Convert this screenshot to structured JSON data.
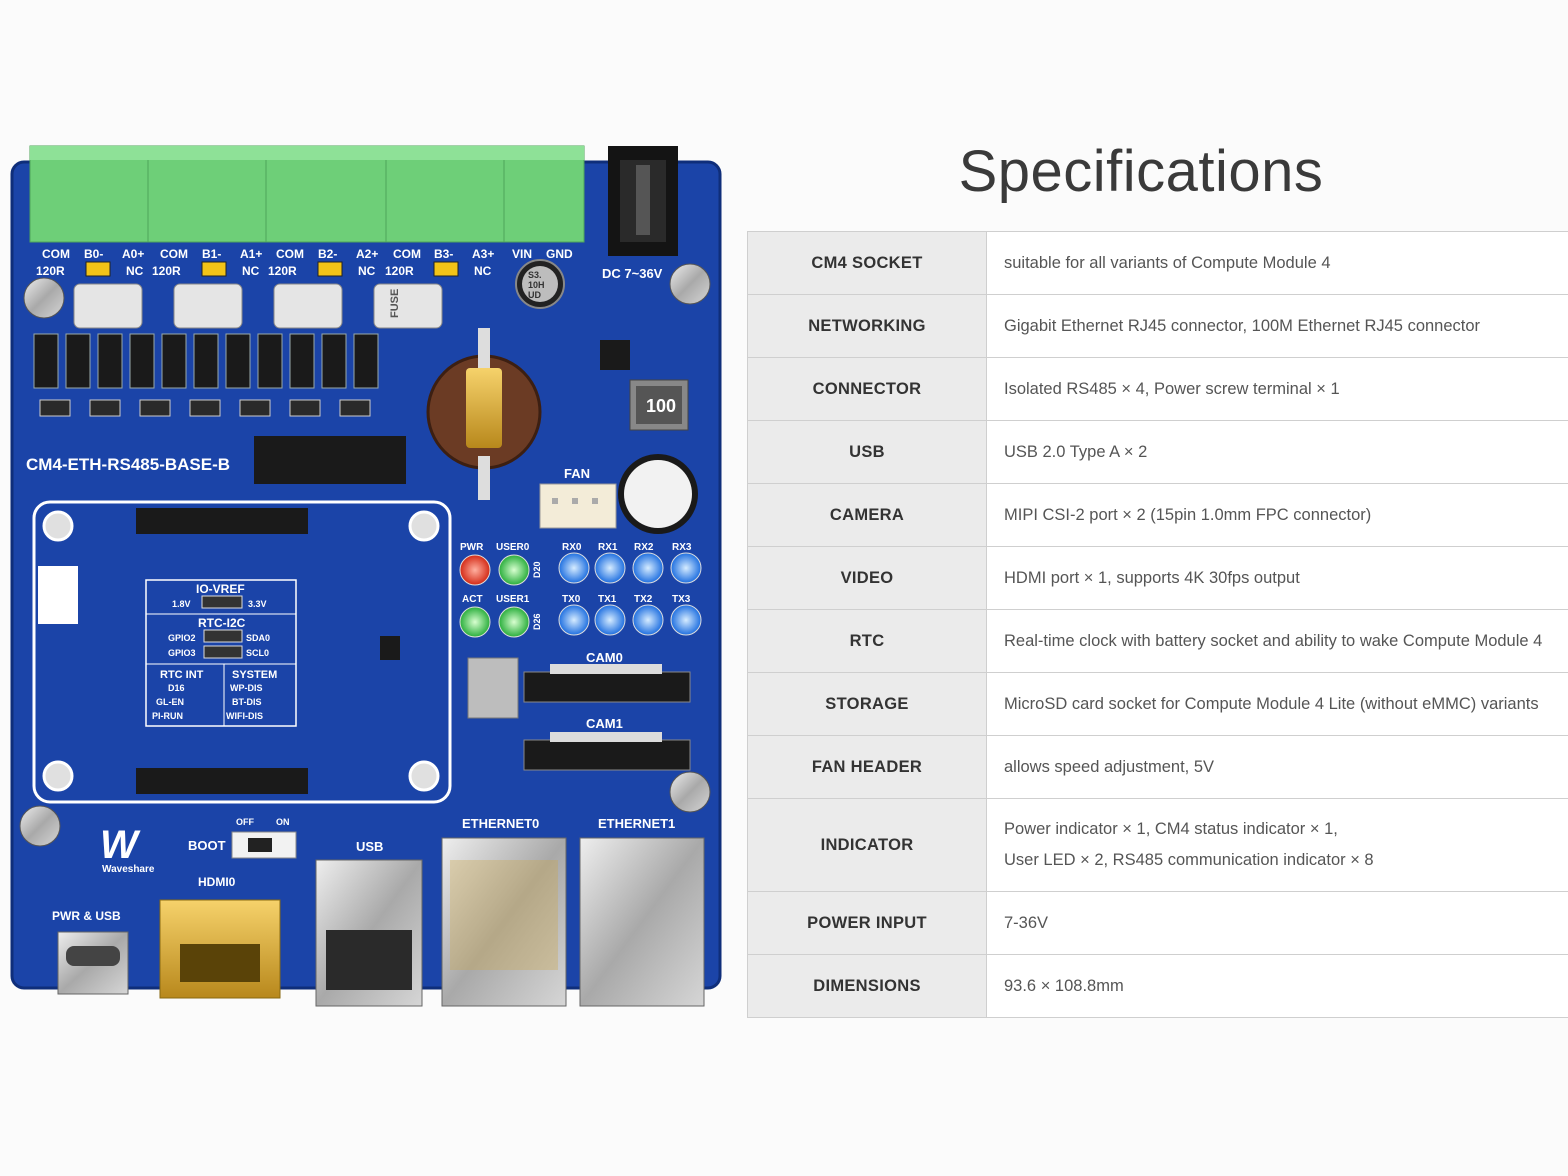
{
  "board": {
    "terminal_labels": [
      "COM",
      "B0-",
      "A0+",
      "COM",
      "B1-",
      "A1+",
      "COM",
      "B2-",
      "A2+",
      "COM",
      "B3-",
      "A3+",
      "VIN",
      "GND"
    ],
    "res_120r": "120R",
    "nc": "NC",
    "dc_label": "DC 7~36V",
    "model": "CM4-ETH-RS485-BASE-B",
    "fan": "FAN",
    "io_vref": "IO-VREF",
    "v18": "1.8V",
    "v33": "3.3V",
    "rtc_i2c": "RTC-I2C",
    "gpio2": "GPIO2",
    "gpio3": "GPIO3",
    "sda0": "SDA0",
    "scl0": "SCL0",
    "rtc_int": "RTC INT",
    "system": "SYSTEM",
    "d16": "D16",
    "gl_en": "GL-EN",
    "pi_run": "PI-RUN",
    "wp_dis": "WP-DIS",
    "bt_dis": "BT-DIS",
    "wifi_dis": "WIFI-DIS",
    "pwr": "PWR",
    "user0": "USER0",
    "user1": "USER1",
    "act": "ACT",
    "d20": "D20",
    "d26": "D26",
    "rx": [
      "RX0",
      "RX1",
      "RX2",
      "RX3"
    ],
    "tx": [
      "TX0",
      "TX1",
      "TX2",
      "TX3"
    ],
    "cam0": "CAM0",
    "cam1": "CAM1",
    "off": "OFF",
    "on": "ON",
    "boot": "BOOT",
    "usb": "USB",
    "hdmi0": "HDMI0",
    "pwr_usb": "PWR & USB",
    "ethernet0": "ETHERNET0",
    "ethernet1": "ETHERNET1",
    "waveshare": "Waveshare",
    "inductor": "100",
    "fuse": "FUSE",
    "cap": [
      "S3.",
      "10H",
      "UD"
    ],
    "colors": {
      "pcb": "#1b44a8",
      "terminal": "#6ecf78",
      "silk": "#ffffff"
    }
  },
  "specs": {
    "title": "Specifications",
    "rows": [
      {
        "key": "CM4 SOCKET",
        "value": [
          "suitable for all variants of Compute Module 4"
        ]
      },
      {
        "key": "NETWORKING",
        "value": [
          "Gigabit Ethernet RJ45 connector, 100M Ethernet RJ45 connector"
        ]
      },
      {
        "key": "CONNECTOR",
        "value": [
          "Isolated RS485 × 4, Power screw terminal × 1"
        ]
      },
      {
        "key": "USB",
        "value": [
          "USB 2.0 Type A × 2"
        ]
      },
      {
        "key": "CAMERA",
        "value": [
          "MIPI CSI-2 port × 2 (15pin 1.0mm FPC connector)"
        ]
      },
      {
        "key": "VIDEO",
        "value": [
          "HDMI port × 1, supports 4K 30fps output"
        ]
      },
      {
        "key": "RTC",
        "value": [
          "Real-time clock with battery socket and ability to wake Compute Module 4"
        ]
      },
      {
        "key": "STORAGE",
        "value": [
          "MicroSD card socket for Compute Module 4 Lite (without eMMC) variants"
        ]
      },
      {
        "key": "FAN HEADER",
        "value": [
          "allows speed adjustment, 5V"
        ]
      },
      {
        "key": "INDICATOR",
        "value": [
          "Power indicator × 1, CM4 status indicator × 1,",
          "User LED × 2, RS485 communication indicator × 8"
        ]
      },
      {
        "key": "POWER INPUT",
        "value": [
          "7-36V"
        ]
      },
      {
        "key": "DIMENSIONS",
        "value": [
          "93.6 × 108.8mm"
        ]
      }
    ]
  }
}
